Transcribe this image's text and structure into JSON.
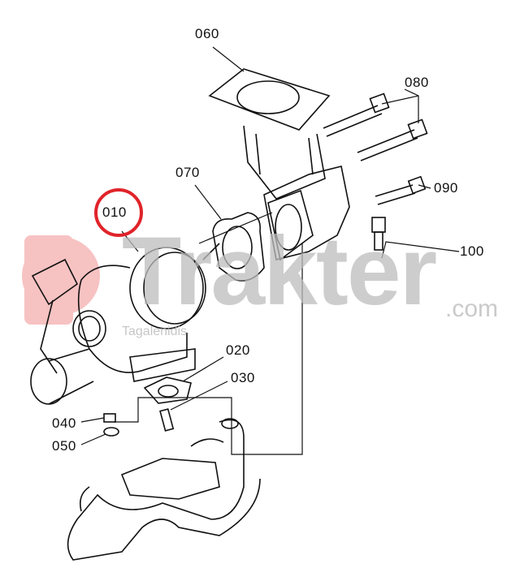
{
  "diagram": {
    "part_labels": [
      "060",
      "080",
      "070",
      "010",
      "090",
      "100",
      "020",
      "030",
      "040",
      "050"
    ],
    "highlighted_part": "010",
    "highlight_color": "#e0242a",
    "line_color": "#111111"
  },
  "watermark": {
    "brand": "Trakter",
    "domain": ".com",
    "sub": "Tagalenidis",
    "logo_color": "#f4a0a0"
  }
}
